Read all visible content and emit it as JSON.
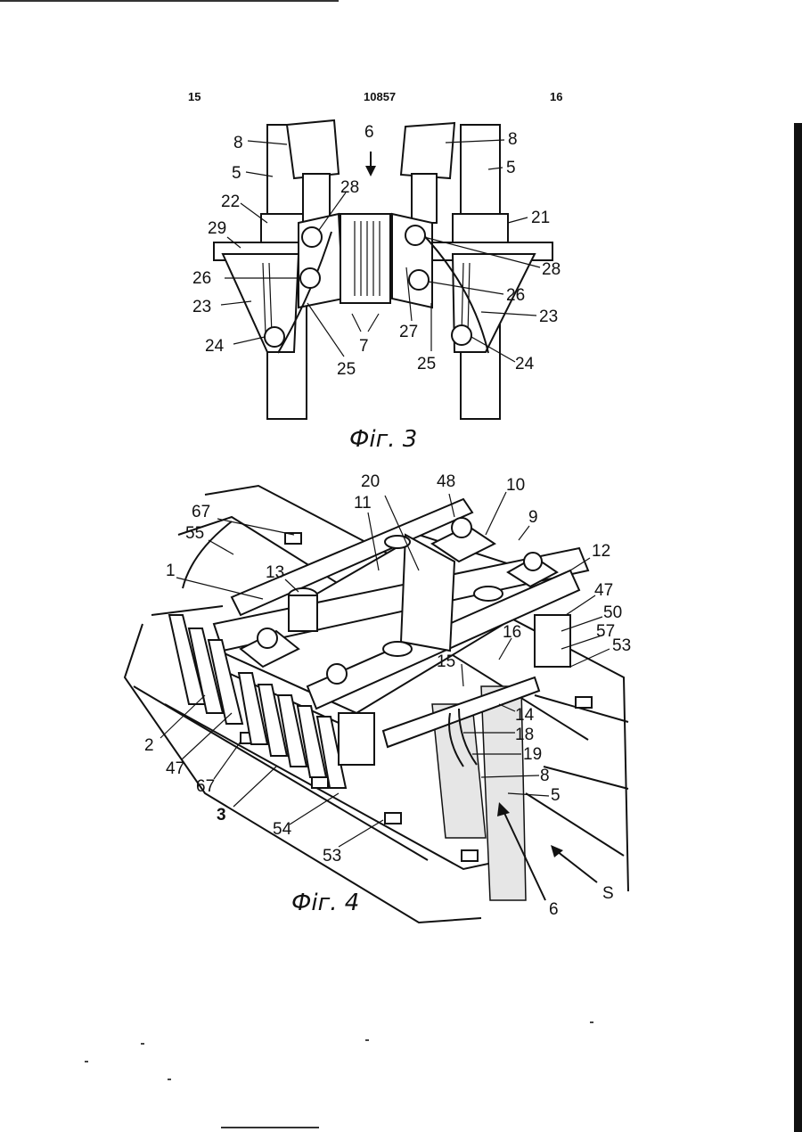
{
  "header": {
    "page_left": "15",
    "document_number": "10857",
    "page_right": "16"
  },
  "figure3": {
    "caption": "Фіг. 3",
    "labels": [
      "8",
      "6",
      "8",
      "5",
      "5",
      "28",
      "22",
      "21",
      "29",
      "28",
      "26",
      "26",
      "23",
      "23",
      "7",
      "27",
      "24",
      "24",
      "25",
      "25"
    ]
  },
  "figure4": {
    "caption": "Фіг. 4",
    "labels": [
      "20",
      "48",
      "10",
      "9",
      "67",
      "11",
      "55",
      "12",
      "1",
      "13",
      "47",
      "50",
      "57",
      "53",
      "16",
      "15",
      "14",
      "18",
      "19",
      "2",
      "47",
      "67",
      "8",
      "5",
      "3",
      "54",
      "53",
      "S",
      "6"
    ]
  }
}
